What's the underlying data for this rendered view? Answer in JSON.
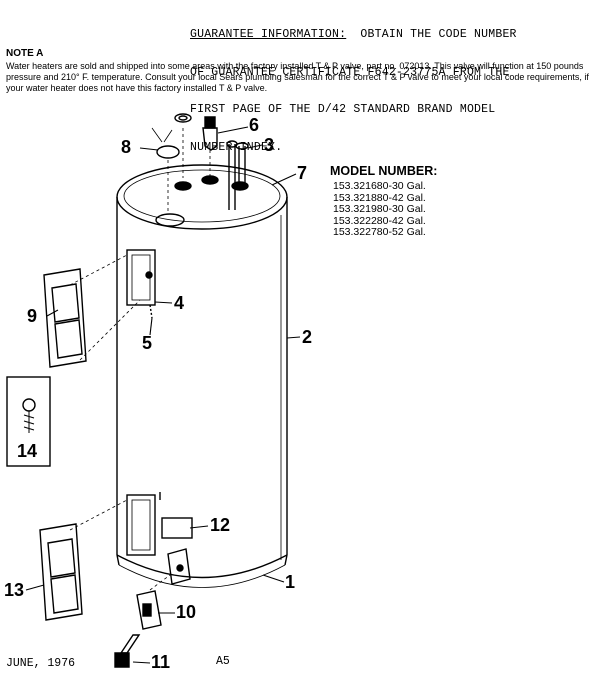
{
  "guarantee": {
    "line1": "GUARANTEE INFORMATION:",
    "line1_rest": "  OBTAIN THE CODE NUMBER",
    "line2": "OF GUARANTEE CERTIFICATE F642-23775A FROM THE",
    "line3": "FIRST PAGE OF THE D/42 STANDARD BRAND MODEL",
    "line4": "NUMBER INDEX."
  },
  "note": {
    "title": "NOTE A",
    "body": "Water heaters are sold and shipped into some areas with the factory installed T & P valve, part no. 072013. This valve will function at 150 pounds pressure and 210° F. temperature. Consult your local Sears plumbing salesman for the correct T & P valve to meet your local code requirements, if your water heater does not have this factory installed T & P valve."
  },
  "models": {
    "title": "MODEL NUMBER:",
    "items": [
      "153.321680-30 Gal.",
      "153.321880-42 Gal.",
      "153.321980-30 Gal.",
      "153.322280-42 Gal.",
      "153.322780-52 Gal."
    ]
  },
  "callouts": [
    "1",
    "2",
    "3",
    "4",
    "5",
    "6",
    "7",
    "8",
    "9",
    "10",
    "11",
    "12",
    "13",
    "14"
  ],
  "footer": {
    "date": "JUNE, 1976",
    "page": "A5"
  }
}
